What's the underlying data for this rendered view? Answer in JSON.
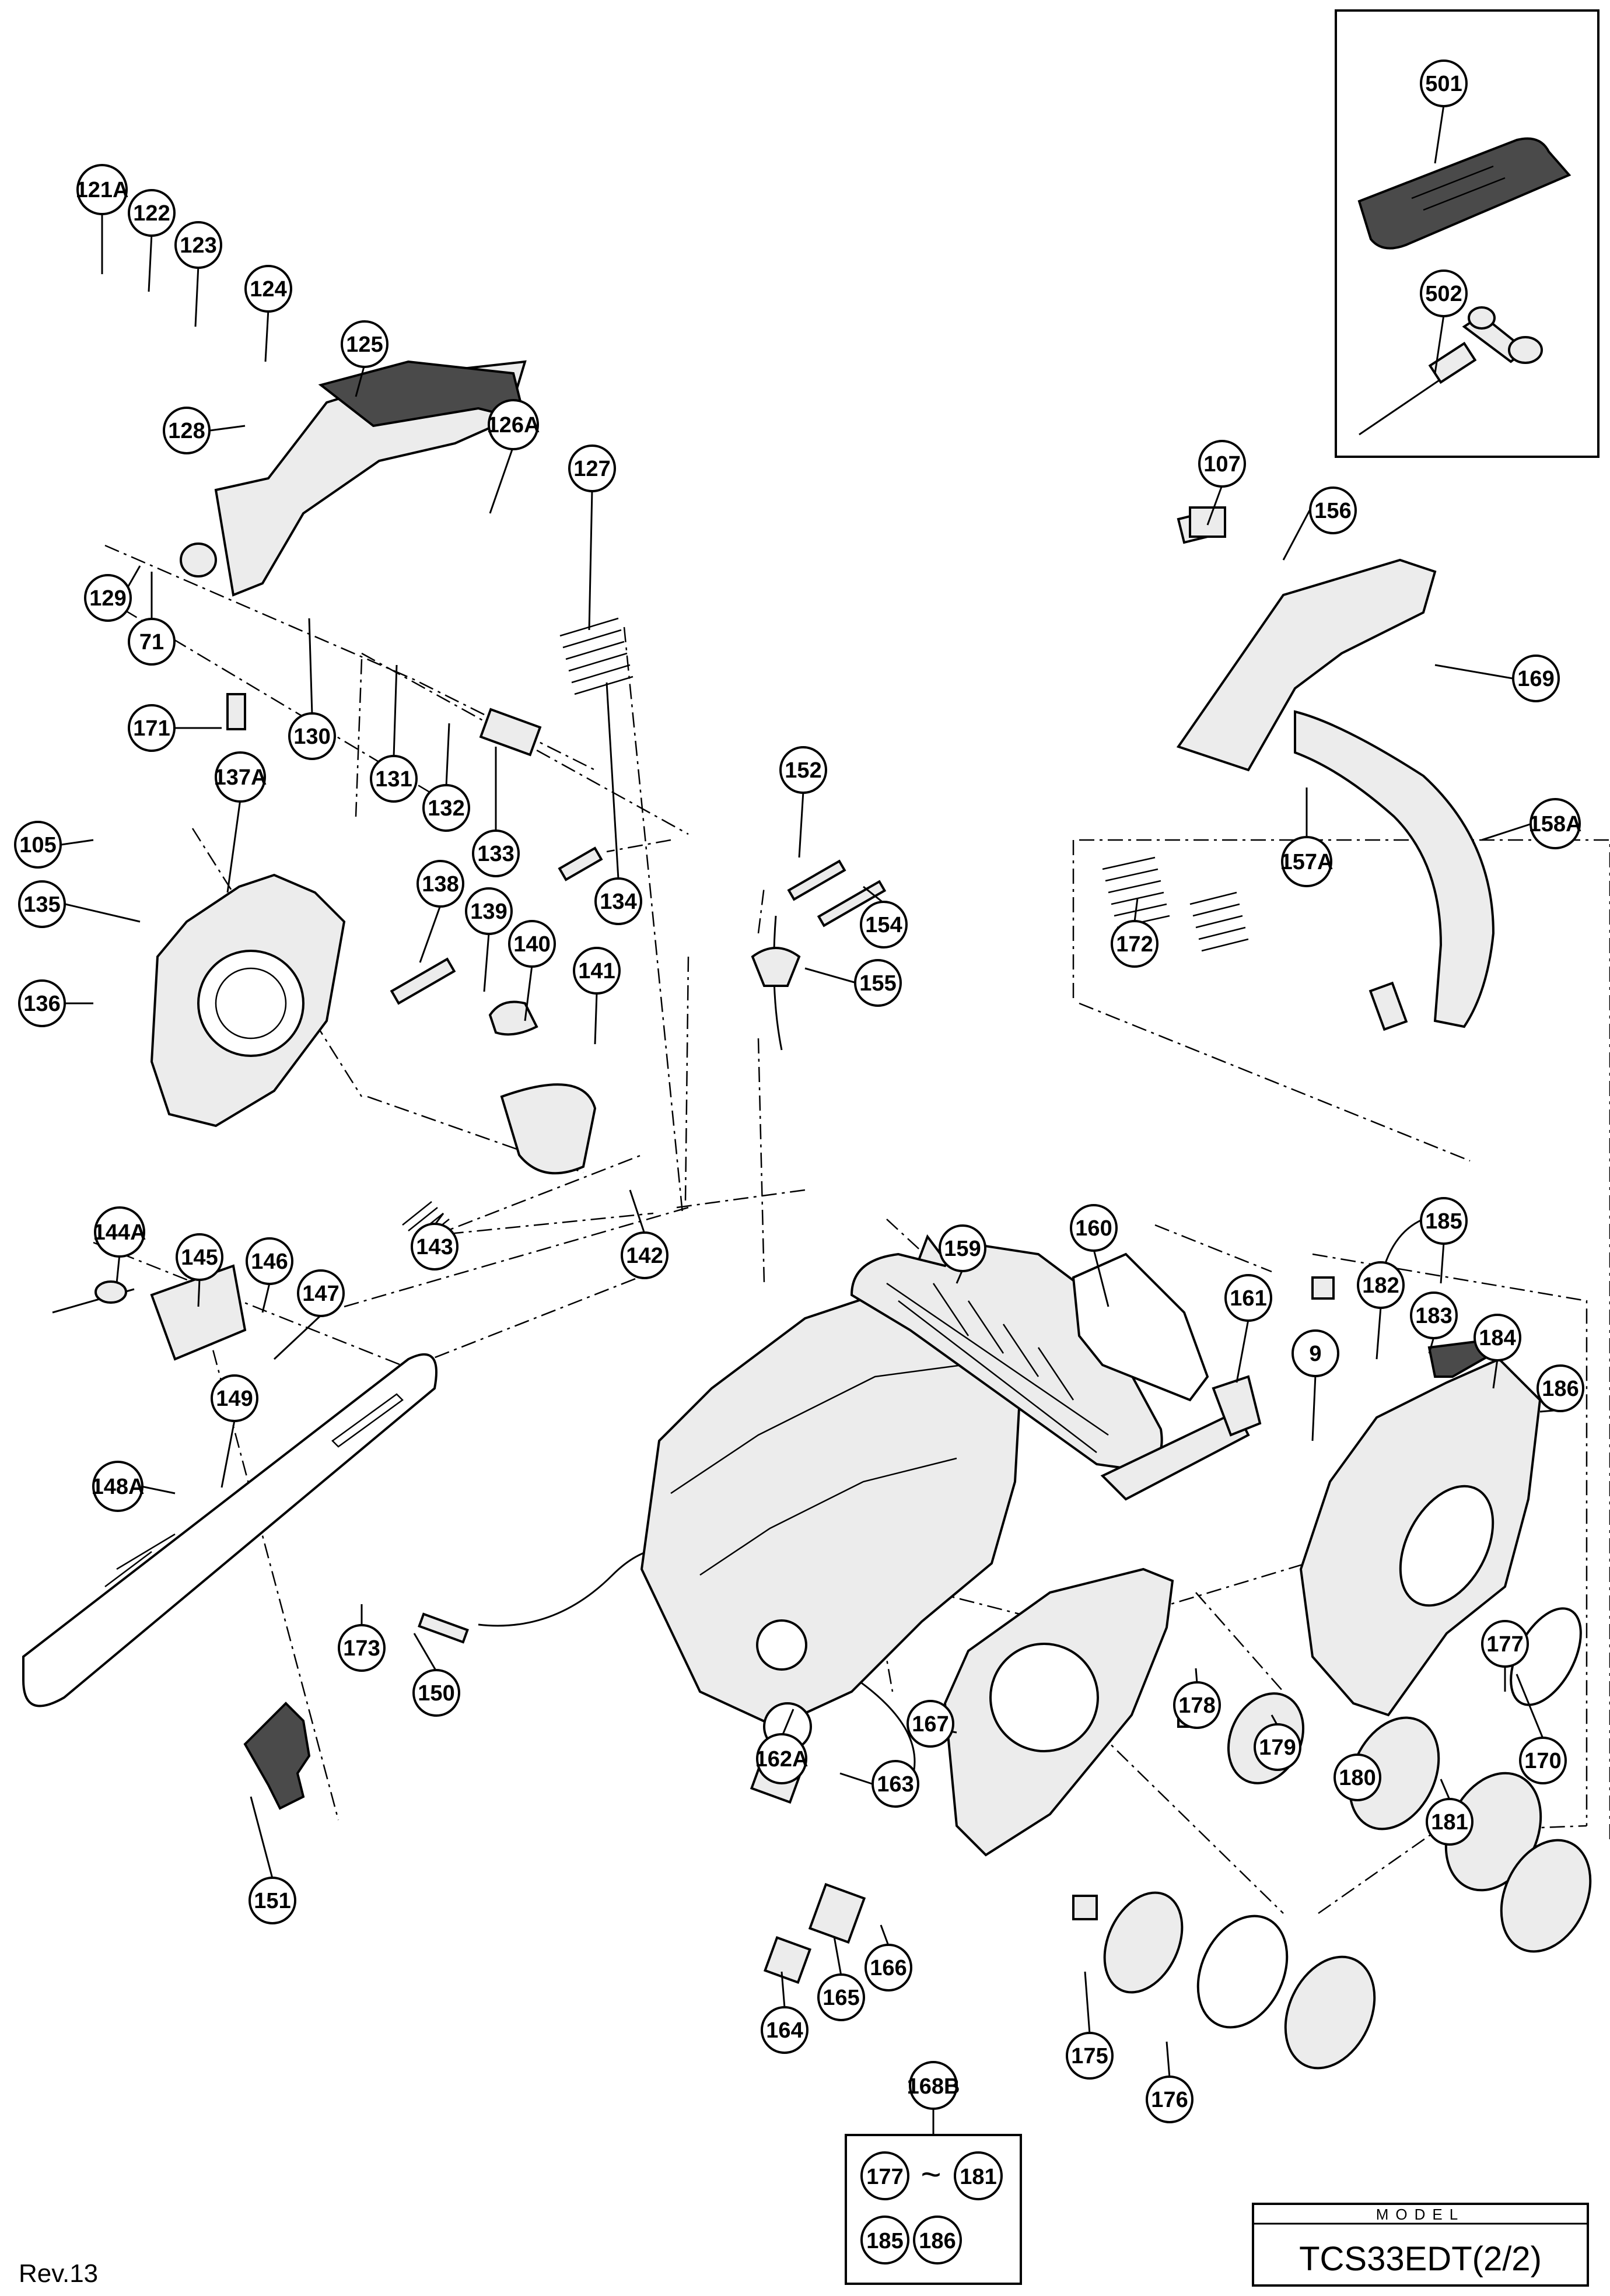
{
  "model": {
    "header": "MODEL",
    "name": "TCS33EDT(2/2)"
  },
  "revision": "Rev.13",
  "kit": {
    "label": "168B",
    "members": [
      "177",
      "181",
      "185",
      "186"
    ],
    "range_symbol": "~"
  },
  "labels": [
    "121A",
    "122",
    "123",
    "124",
    "125",
    "126A",
    "127",
    "128",
    "129",
    "71",
    "130",
    "131",
    "132",
    "133",
    "134",
    "171",
    "137A",
    "105",
    "135",
    "136",
    "138",
    "139",
    "140",
    "141",
    "142",
    "143",
    "144A",
    "145",
    "146",
    "147",
    "148A",
    "149",
    "150",
    "151",
    "152",
    "154",
    "155",
    "159",
    "160",
    "161",
    "9",
    "162A",
    "163",
    "164",
    "165",
    "166",
    "167",
    "173",
    "501",
    "502",
    "107",
    "156",
    "169",
    "157A",
    "158A",
    "172",
    "185",
    "182",
    "183",
    "184",
    "186",
    "170",
    "178",
    "179",
    "180",
    "181",
    "177",
    "175",
    "176"
  ]
}
